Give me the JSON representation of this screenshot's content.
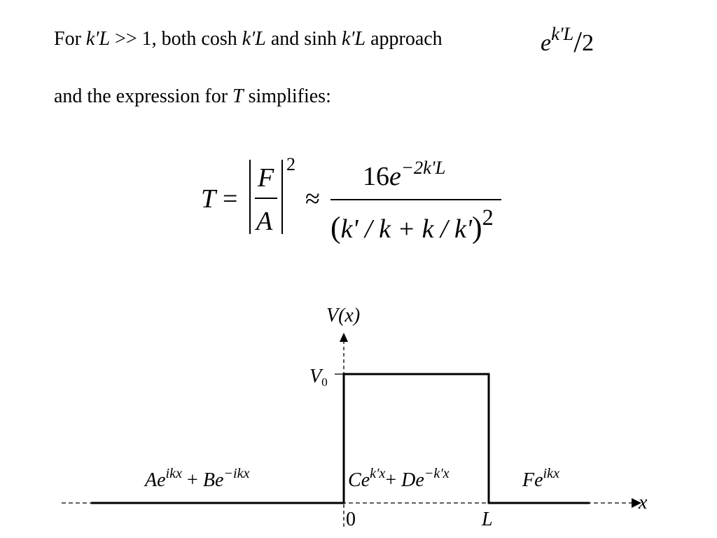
{
  "text": {
    "line1": {
      "p1": "For ",
      "kL1": "k′L",
      "p2": " >> 1, both cosh ",
      "kL2": "k′L",
      "p3": " and sinh ",
      "kL3": "k′L",
      "p4": " approach",
      "expr_base": "e",
      "expr_sup": "k'L",
      "expr_slash": "/",
      "expr_den": "2"
    },
    "line2": {
      "p1": "and the expression for ",
      "T": "T",
      "p2": " simplifies:"
    }
  },
  "equation": {
    "T": "T",
    "eq": "=",
    "F": "F",
    "A": "A",
    "pow": "2",
    "approx": "≈",
    "num_base": "16",
    "num_e": "e",
    "num_sup": "−2k'L",
    "den_paren_open": "(",
    "den_body": "k' / k + k / k'",
    "den_paren_close": ")",
    "den_pow": "2"
  },
  "diagram": {
    "axis_y_label": "V(x)",
    "axis_x_label": "x",
    "v0_base": "V",
    "v0_sub": "0",
    "tick_0": "0",
    "tick_L": "L",
    "region1": {
      "a": "A",
      "e1": "e",
      "sup1": "ikx",
      "plus": " + ",
      "b": "B",
      "e2": "e",
      "sup2": "−ikx"
    },
    "region2": {
      "c": "C",
      "e1": "e",
      "sup1": "k'x",
      "plus": "+ ",
      "d": "D",
      "e2": "e",
      "sup2": "−k'x"
    },
    "region3": {
      "f": "F",
      "e1": "e",
      "sup1": "ikx"
    }
  }
}
